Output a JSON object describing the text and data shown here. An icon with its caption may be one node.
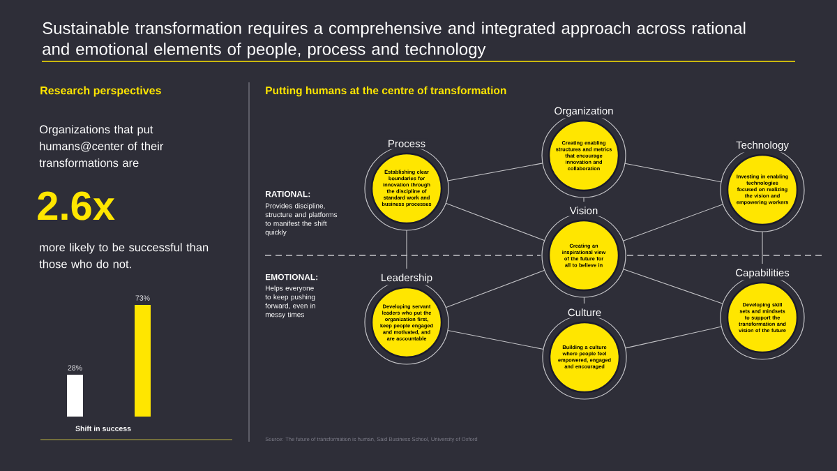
{
  "diagram": {
    "title": "Sustainable transformation requires a comprehensive and integrated approach across rational and emotional elements of people, process and technology",
    "nodes": [
      {
        "text": [
          "Organization",
          "Creating enabling structures and metrics that encourage innovation and collaboration"
        ]
      },
      {
        "text": [
          "Process",
          "Establishing clear boundaries for innovation through the discipline of standard work and business processes"
        ]
      },
      {
        "text": [
          "Technology",
          "Investing in enabling technologies focused on realizing the vision and empowering workers"
        ]
      },
      {
        "text": [
          "Vision",
          "Creating an inspirational view of the future for all to believe in"
        ]
      },
      {
        "text": [
          "Leadership",
          "Developing servant leaders who put the organization first, keep people engaged and motivated, and are accountable"
        ]
      },
      {
        "text": [
          "Capabilities",
          "Developing skill sets and mindsets to support the transformation and vision of the future"
        ]
      },
      {
        "text": [
          "Culture",
          "Building a culture where people feel empowered, engaged and encouraged"
        ]
      }
    ],
    "edges": [
      {
        "from": 1,
        "to": 0,
        "arrow": "none"
      },
      {
        "from": 0,
        "to": 2,
        "arrow": "none"
      },
      {
        "from": 1,
        "to": 3,
        "arrow": "none"
      },
      {
        "from": 0,
        "to": 3,
        "arrow": "none"
      },
      {
        "from": 2,
        "to": 3,
        "arrow": "none"
      },
      {
        "from": 1,
        "to": 4,
        "arrow": "none"
      },
      {
        "from": 2,
        "to": 5,
        "arrow": "none"
      },
      {
        "from": 3,
        "to": 4,
        "arrow": "none"
      },
      {
        "from": 3,
        "to": 5,
        "arrow": "none"
      },
      {
        "from": 3,
        "to": 6,
        "arrow": "none"
      },
      {
        "from": 4,
        "to": 6,
        "arrow": "none"
      },
      {
        "from": 6,
        "to": 5,
        "arrow": "none"
      }
    ],
    "labels": [
      "Research perspectives",
      "Organizations that put humans@center of their transformations are",
      "2.6x",
      "more likely to be successful than those who do not.",
      "73%",
      "28%",
      "Shift in success",
      "Putting humans at the centre of transformation",
      "RATIONAL:",
      "Provides discipline, structure and platforms to manifest the shift quickly",
      "EMOTIONAL:",
      "Helps everyone to keep pushing forward, even in messy times",
      "Source: The future of transformation is human, Said Business School, University of Oxford"
    ]
  }
}
